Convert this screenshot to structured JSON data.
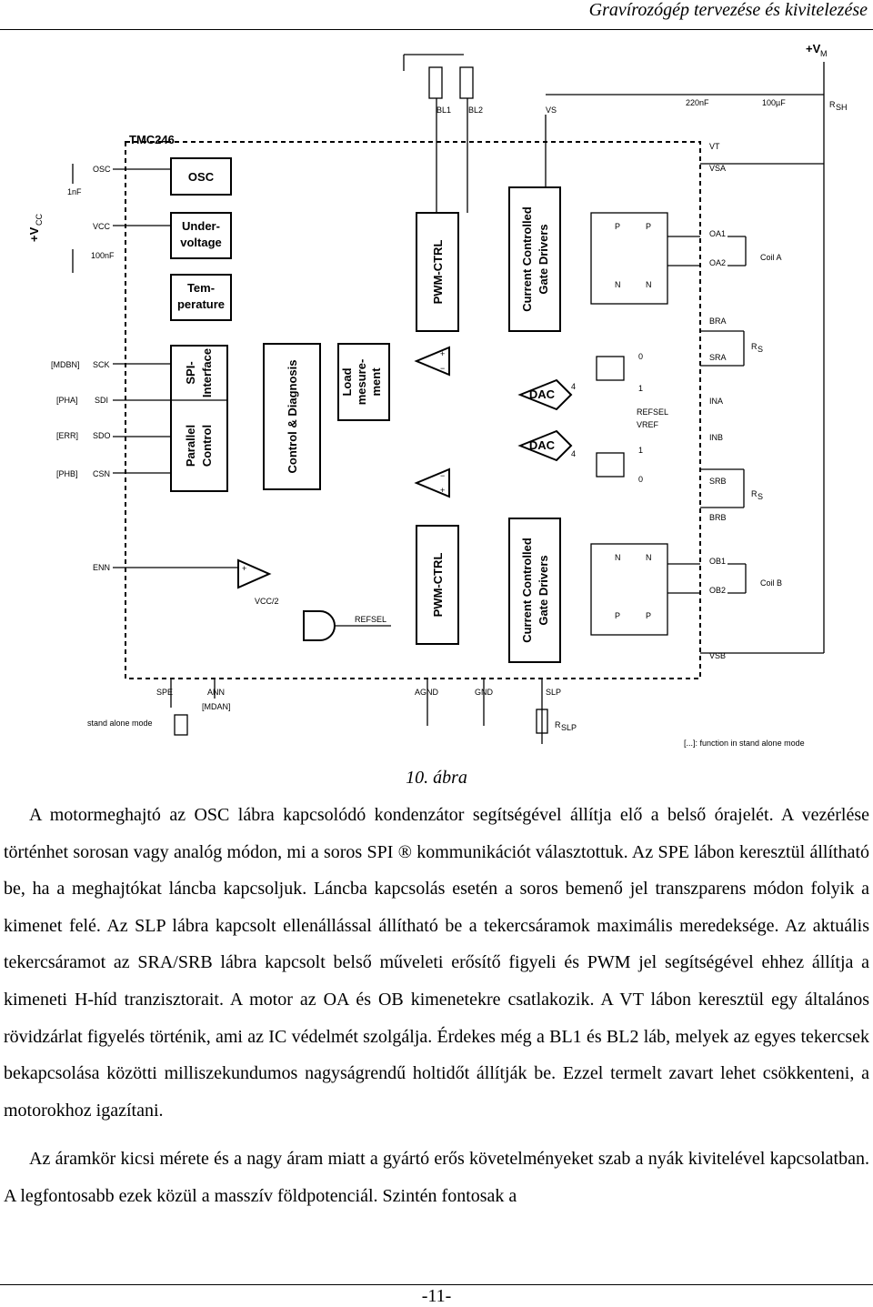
{
  "header": {
    "title": "Gravírozógép tervezése és kivitelezése"
  },
  "figure": {
    "caption": "10. ábra",
    "chip_name": "TMC246",
    "blocks": {
      "osc": "OSC",
      "undervoltage": [
        "Under-",
        "voltage"
      ],
      "temperature": [
        "Tem-",
        "perature"
      ],
      "spi_interface": [
        "SPI-",
        "Interface"
      ],
      "parallel_control": [
        "Parallel",
        "Control"
      ],
      "control_diagnosis": "Control & Diagnosis",
      "load_measurement": [
        "Load",
        "mesure-",
        "ment"
      ],
      "pwm_ctrl": "PWM-CTRL",
      "gate_drivers": [
        "Current Controlled",
        "Gate Drivers"
      ],
      "dac": "DAC"
    },
    "pins_left": {
      "osc": "OSC",
      "vcc": "VCC",
      "sck": "SCK",
      "sdi": "SDI",
      "sdo": "SDO",
      "csn": "CSN",
      "enn": "ENN",
      "spe": "SPE",
      "ann": "ANN"
    },
    "pins_right": {
      "vt": "VT",
      "vsa": "VSA",
      "oa1": "OA1",
      "oa2": "OA2",
      "bra": "BRA",
      "sra": "SRA",
      "ina": "INA",
      "inb": "INB",
      "srb": "SRB",
      "brb": "BRB",
      "ob1": "OB1",
      "ob2": "OB2",
      "vsb": "VSB"
    },
    "pins_top": {
      "bl1": "BL1",
      "bl2": "BL2",
      "vs": "VS"
    },
    "pins_bottom": {
      "agnd": "AGND",
      "gnd": "GND",
      "slp": "SLP"
    },
    "alt_labels": {
      "mdbn": "[MDBN]",
      "pha": "[PHA]",
      "err": "[ERR]",
      "phb": "[PHB]",
      "mdan": "[MDAN]"
    },
    "components": {
      "c_osc": "1nF",
      "c_vcc": "100nF",
      "c_220": "220nF",
      "c_100u": "100µF",
      "r_sh": "R",
      "r_sh_sub": "SH",
      "r_s": "R",
      "r_s_sub": "S",
      "r_slp": "R",
      "r_slp_sub": "SLP",
      "coil_a": "Coil A",
      "coil_b": "Coil B",
      "vm": "+V",
      "vm_sub": "M",
      "vcc_supply": "+V",
      "vcc_supply_sub": "CC"
    },
    "signals": {
      "refsel": "REFSEL",
      "vref": "VREF",
      "vcc2": "VCC/2",
      "n0": "0",
      "n1": "1",
      "n4": "4",
      "p": "P",
      "n": "N"
    },
    "notes": {
      "stand_alone": "stand alone mode",
      "function_note": "[...]: function in stand alone mode"
    }
  },
  "paragraphs": [
    "A motormeghajtó az OSC lábra kapcsolódó kondenzátor segítségével állítja elő a belső órajelét. A vezérlése történhet sorosan vagy analóg módon, mi a soros SPI ® kommunikációt választottuk. Az SPE lábon keresztül állítható be, ha a meghajtókat láncba kapcsoljuk. Láncba kapcsolás esetén a soros bemenő jel transzparens módon folyik a kimenet felé. Az SLP lábra kapcsolt ellenállással állítható be a tekercsáramok maximális meredeksége. Az aktuális tekercsáramot az SRA/SRB lábra kapcsolt belső műveleti erősítő figyeli és PWM jel segítségével ehhez állítja a kimeneti H-híd tranzisztorait. A motor az OA és OB kimenetekre csatlakozik. A VT lábon keresztül egy általános rövidzárlat figyelés történik, ami az IC védelmét szolgálja. Érdekes még a BL1 és BL2 láb, melyek az egyes tekercsek bekapcsolása közötti milliszekundumos nagyságrendű holtidőt állítják be. Ezzel termelt zavart lehet csökkenteni, a motorokhoz igazítani.",
    "Az áramkör kicsi mérete és a nagy áram miatt a gyártó erős követelményeket szab a nyák kivitelével kapcsolatban. A legfontosabb ezek közül a masszív földpotenciál. Szintén fontosak a"
  ],
  "footer": {
    "page_number": "-11-"
  }
}
